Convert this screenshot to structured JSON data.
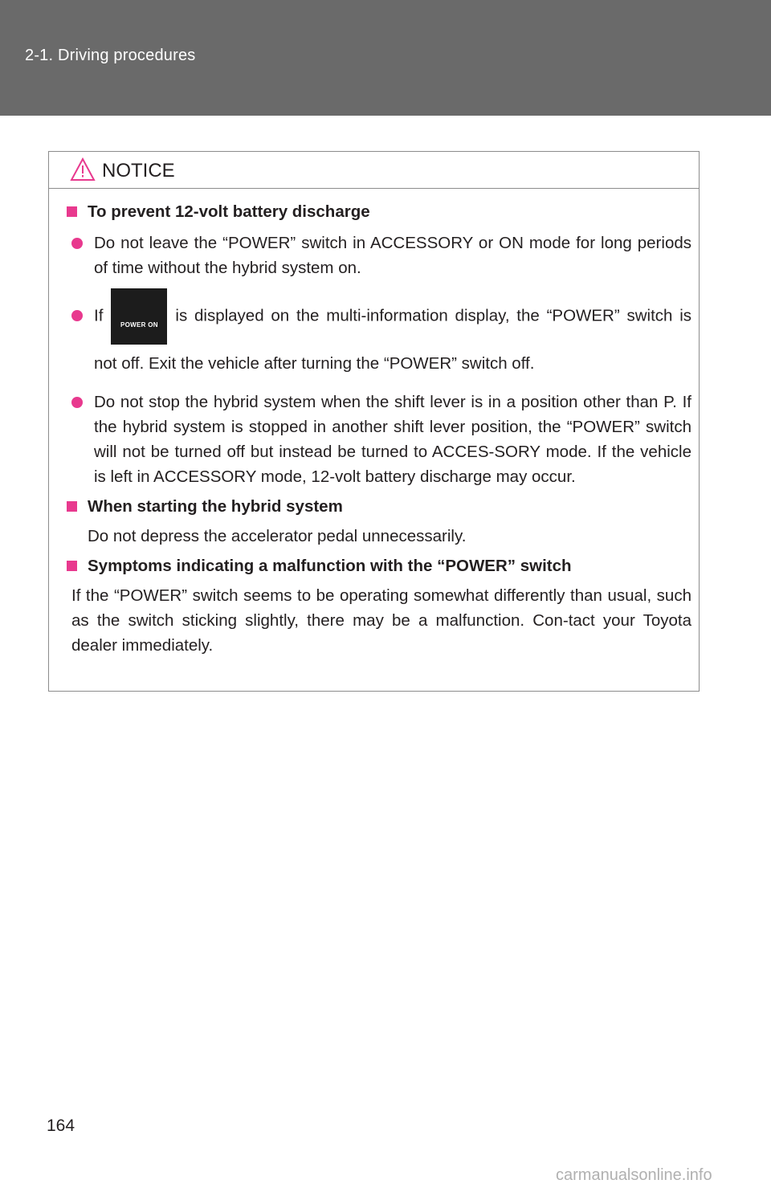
{
  "header": {
    "section": "2-1. Driving procedures"
  },
  "notice": {
    "title": "NOTICE",
    "sections": [
      {
        "heading": "To prevent 12-volt battery discharge",
        "bullets": [
          "Do not leave the “POWER” switch in ACCESSORY or ON mode for long periods of time without the hybrid system on.",
          {
            "before": "If",
            "image_label": "POWER ON",
            "after": "is displayed on the multi-information display, the “POWER” switch is not off. Exit the vehicle after turning the “POWER” switch off."
          },
          "Do not stop the hybrid system when the shift lever is in a position other than P. If the hybrid system is stopped in another shift lever position, the “POWER” switch will not be turned off but instead be turned to ACCES-SORY mode. If the vehicle is left in ACCESSORY mode, 12-volt battery discharge may occur."
        ]
      },
      {
        "heading": "When starting the hybrid system",
        "text": "Do not depress the accelerator pedal unnecessarily."
      },
      {
        "heading": "Symptoms indicating a malfunction with the “POWER” switch",
        "text": "If the “POWER” switch seems to be operating somewhat differently than usual, such as the switch sticking slightly, there may be a malfunction. Con-tact your Toyota dealer immediately."
      }
    ]
  },
  "footer": {
    "page_number": "164",
    "watermark": "carmanualsonline.info"
  },
  "colors": {
    "header_bg": "#6a6a6a",
    "accent": "#e8398e",
    "border": "#8c8c8c"
  },
  "icons": {
    "warning": "warning-triangle-icon"
  }
}
